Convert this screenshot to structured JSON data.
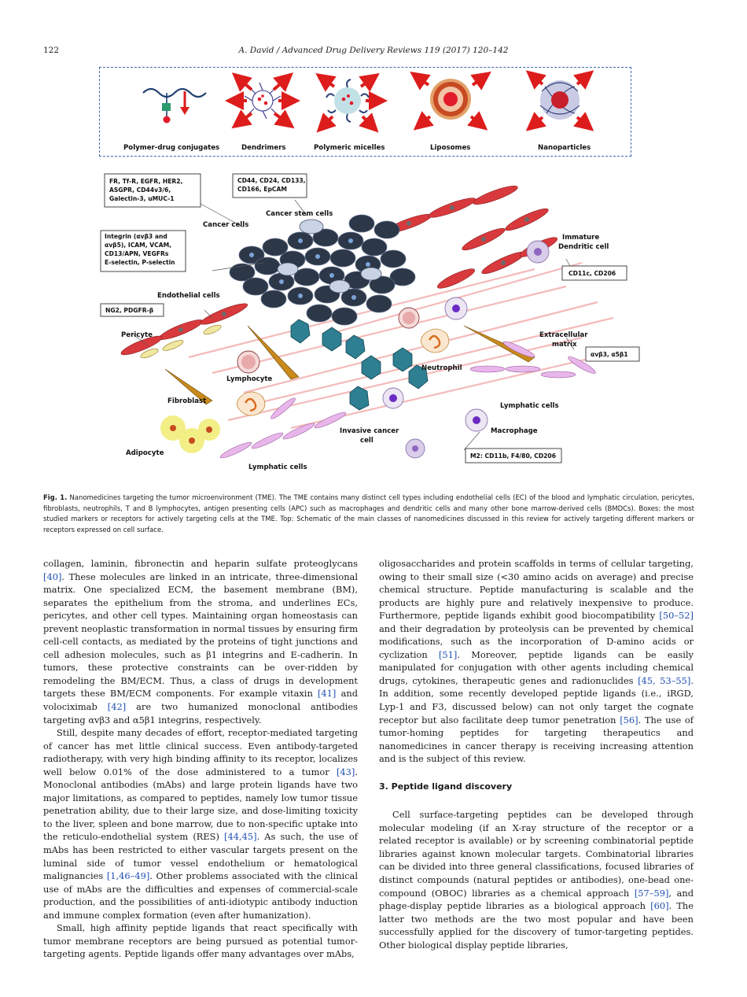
{
  "header": {
    "page_number": "122",
    "running_title": "A. David / Advanced Drug Delivery Reviews 119 (2017) 120–142"
  },
  "figure": {
    "top_panel": {
      "labels": [
        "Polymer-drug conjugates",
        "Dendrimers",
        "Polymeric micelles",
        "Liposomes",
        "Nanoparticles"
      ]
    },
    "boxes": {
      "cancer_cells_markers": [
        "FR, Tf-R, EGFR, HER2,",
        "ASGPR, CD44v3/6,",
        "Galectin-3, uMUC-1"
      ],
      "stem_cells_markers": [
        "CD44, CD24, CD133,",
        "CD166, EpCAM"
      ],
      "endothelial_markers": [
        "Integrin (αvβ3 and",
        "αvβ5), ICAM, VCAM,",
        "CD13/APN, VEGFRs",
        "E-selectin, P-selectin"
      ],
      "pericyte_markers": "NG2, PDGFR-β",
      "dendritic_markers": "CD11c, CD206",
      "ecm_markers": "αvβ3, α5β1",
      "macrophage_markers": "M2: CD11b, F4/80, CD206"
    },
    "cell_labels": {
      "cancer_stem_cells": "Cancer stem cells",
      "cancer_cells": "Cancer cells",
      "immature_dendritic": [
        "Immature",
        "Dendritic cell"
      ],
      "endothelial_cells": "Endothelial cells",
      "pericyte": "Pericyte",
      "extracellular_matrix": [
        "Extracellular",
        "matrix"
      ],
      "neutrophil": "Neutrophil",
      "lymphocyte": "Lymphocyte",
      "fibroblast": "Fibroblast",
      "lymphatic_cells_right": "Lymphatic cells",
      "macrophage": "Macrophage",
      "invasive_cancer_cell": [
        "Invasive cancer",
        "cell"
      ],
      "adipocyte": "Adipocyte",
      "lymphatic_cells_bottom": "Lymphatic cells"
    }
  },
  "caption": {
    "label": "Fig. 1.",
    "text": " Nanomedicines targeting the tumor microenvironment (TME). The TME contains many distinct cell types including endothelial cells (EC) of the blood and lymphatic circulation, pericytes, fibroblasts, neutrophils, T and B lymphocytes, antigen presenting cells (APC) such as macrophages and dendritic cells and many other bone marrow-derived cells (BMDCs). Boxes: the most studied markers or receptors for actively targeting cells at the TME. Top: Schematic of the main classes of nanomedicines discussed in this review for actively targeting different markers or receptors expressed on cell surface."
  },
  "body": {
    "left": {
      "p1": [
        {
          "t": "collagen, laminin, fibronectin and heparin sulfate proteoglycans "
        },
        {
          "r": "[40]"
        },
        {
          "t": ". These molecules are linked in an intricate, three-dimensional matrix. One specialized ECM, the basement membrane (BM), separates the epithelium from the stroma, and underlines ECs, pericytes, and other cell types. Maintaining organ homeostasis can prevent neoplastic transformation in normal tissues by ensuring firm cell-cell contacts, as mediated by the proteins of tight junctions and cell adhesion molecules, such as β1 integrins and E-cadherin. In tumors, these protective constraints can be over-ridden by remodeling the BM/ECM. Thus, a class of drugs in development targets these BM/ECM components. For example vitaxin "
        },
        {
          "r": "[41]"
        },
        {
          "t": " and volociximab "
        },
        {
          "r": "[42]"
        },
        {
          "t": " are two humanized monoclonal antibodies targeting αvβ3 and α5β1 integrins, respectively."
        }
      ],
      "p2": [
        {
          "t": "Still, despite many decades of effort, receptor-mediated targeting of cancer has met little clinical success. Even antibody-targeted radiotherapy, with very high binding affinity to its receptor, localizes well below 0.01% of the dose administered to a tumor "
        },
        {
          "r": "[43]"
        },
        {
          "t": ". Monoclonal antibodies (mAbs) and large protein ligands have two major limitations, as compared to peptides, namely low tumor tissue penetration ability, due to their large size, and dose-limiting toxicity to the liver, spleen and bone marrow, due to non-specific uptake into the reticulo-endothelial system (RES) "
        },
        {
          "r": "[44,45]"
        },
        {
          "t": ". As such, the use of mAbs has been restricted to either vascular targets present on the luminal side of tumor vessel endothelium or hematological malignancies "
        },
        {
          "r": "[1,46–49]"
        },
        {
          "t": ". Other problems associated with the clinical use of mAbs are the difficulties and expenses of commercial-scale production, and the possibilities of anti-idiotypic antibody induction and immune complex formation (even after humanization)."
        }
      ],
      "p3": [
        {
          "t": "Small, high affinity peptide ligands that react specifically with tumor membrane receptors are being pursued as potential tumor-targeting agents. Peptide ligands offer many advantages over mAbs,"
        }
      ]
    },
    "right": {
      "p1": [
        {
          "t": "oligosaccharides and protein scaffolds in terms of cellular targeting, owing to their small size (<30 amino acids on average) and precise chemical structure. Peptide manufacturing is scalable and the products are highly pure and relatively inexpensive to produce. Furthermore, peptide ligands exhibit good biocompatibility "
        },
        {
          "r": "[50–52]"
        },
        {
          "t": " and their degradation by proteolysis can be prevented by chemical modifications, such as the incorporation of D-amino acids or cyclization "
        },
        {
          "r": "[51]"
        },
        {
          "t": ". Moreover, peptide ligands can be easily manipulated for conjugation with other agents including chemical drugs, cytokines, therapeutic genes and radionuclides "
        },
        {
          "r": "[45, 53–55]"
        },
        {
          "t": ". In addition, some recently developed peptide ligands (i.e., iRGD, Lyp-1 and F3, discussed below) can not only target the cognate receptor but also facilitate deep tumor penetration "
        },
        {
          "r": "[56]"
        },
        {
          "t": ". The use of tumor-homing peptides for targeting therapeutics and nanomedicines in cancer therapy is receiving increasing attention and is the subject of this review."
        }
      ],
      "heading": "3. Peptide ligand discovery",
      "p2": [
        {
          "t": "Cell surface-targeting peptides can be developed through molecular modeling (if an X-ray structure of the receptor or a related receptor is available) or by screening combinatorial peptide libraries against known molecular targets. Combinatorial libraries can be divided into three general classifications, focused libraries of distinct compounds (natural peptides or antibodies), one-bead one-compound (OBOC) libraries as a chemical approach "
        },
        {
          "r": "[57–59]"
        },
        {
          "t": ", and phage-display peptide libraries as a biological approach "
        },
        {
          "r": "[60]"
        },
        {
          "t": ". The latter two methods are the two most popular and have been successfully applied for the discovery of tumor-targeting peptides. Other biological display peptide libraries,"
        }
      ]
    }
  },
  "colors": {
    "cancer_cell": "#2c3748",
    "endothelial": "#d8393c",
    "invasive": "#2e7f92",
    "fibroblast": "#c98a1c",
    "lymphatic": "#e8b6ea",
    "ecm": "#f3a6a6",
    "frame_dash": "#3b66a8",
    "arrow_red": "#dd1c1c",
    "link": "#1d4fb0"
  }
}
